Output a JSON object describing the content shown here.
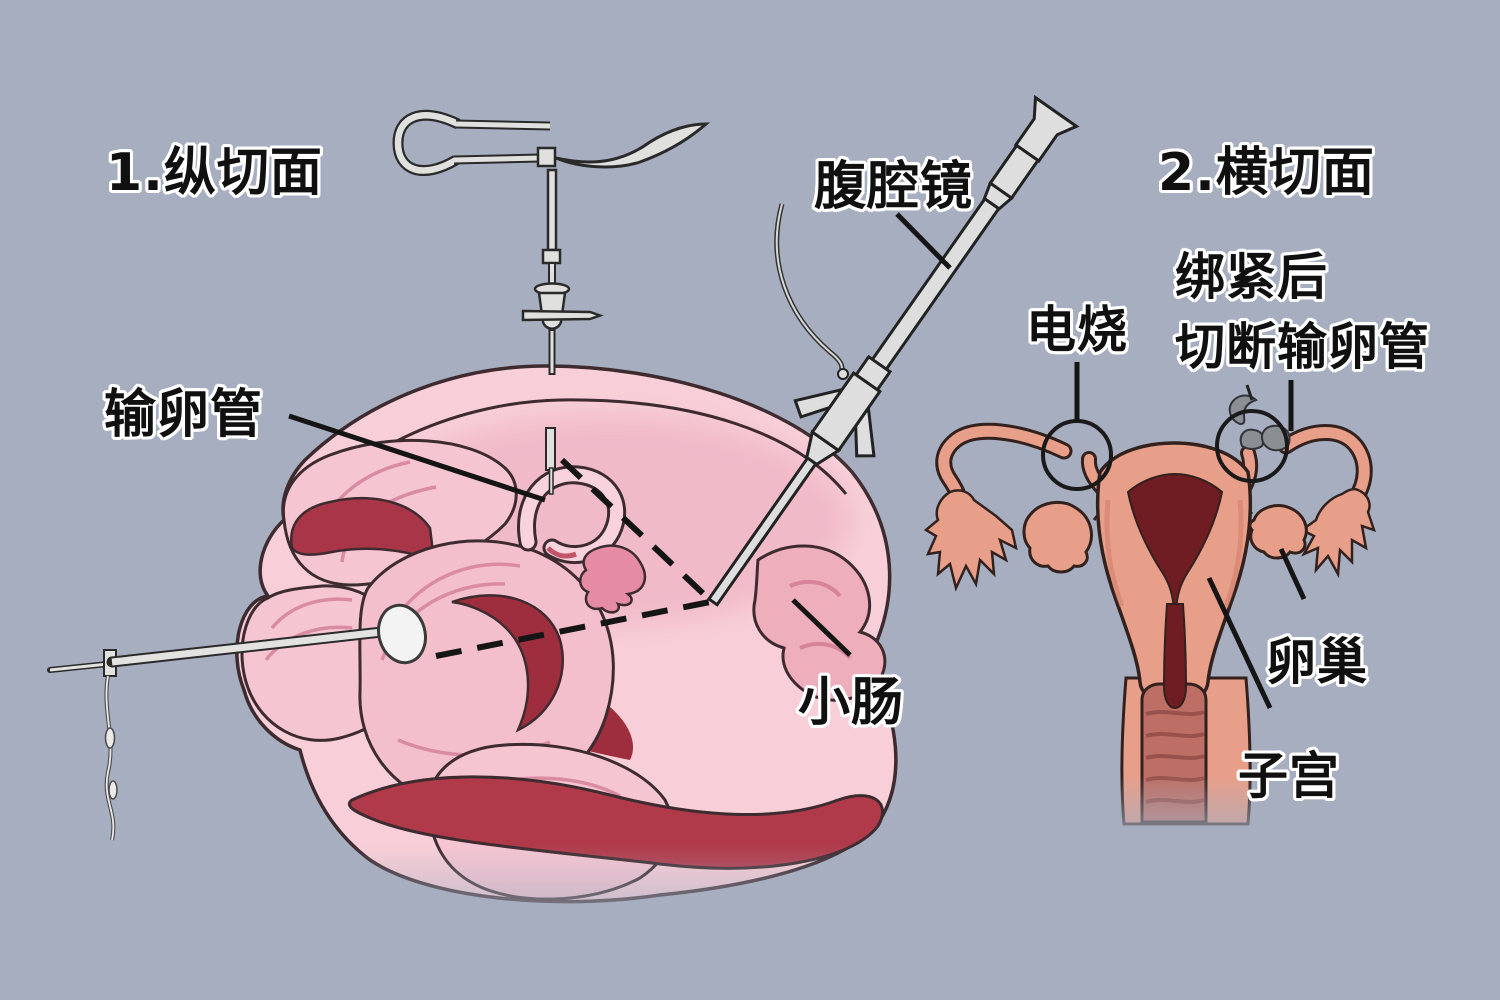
{
  "background_color": "#a7aec0",
  "left_panel": {
    "title": "1.纵切面",
    "labels": {
      "fallopian_tube": "输卵管",
      "laparoscope": "腹腔镜",
      "small_intestine": "小肠"
    }
  },
  "right_panel": {
    "title": "2.横切面",
    "labels": {
      "electrocautery": "电烧",
      "tie_cut_line1": "绑紧后",
      "tie_cut_line2": "切断输卵管",
      "ovary": "卵巢",
      "uterus": "子宫"
    }
  },
  "colors": {
    "organ_pink": "#f6c9d4",
    "organ_salmon": "#e89f8a",
    "deep_red": "#a83648",
    "cavity_maroon": "#6f1d22",
    "instrument_gray": "#dcdcda",
    "outline_dark": "#3a2a2e",
    "label_text": "#101010",
    "label_outline": "#ffffff"
  }
}
